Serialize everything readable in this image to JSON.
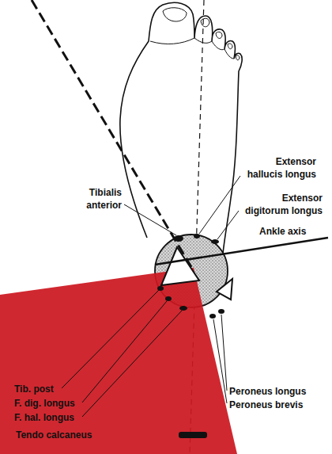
{
  "diagram": {
    "labels": [
      "Extensor hallucis longus",
      "Tibialis anterior",
      "Extensor digitorum longus",
      "Ankle axis",
      "Tib. post",
      "F. dig. longus",
      "F. hal. longus",
      "Tendo calcaneus",
      "Peroneus longus",
      "Peroneus brevis"
    ]
  }
}
